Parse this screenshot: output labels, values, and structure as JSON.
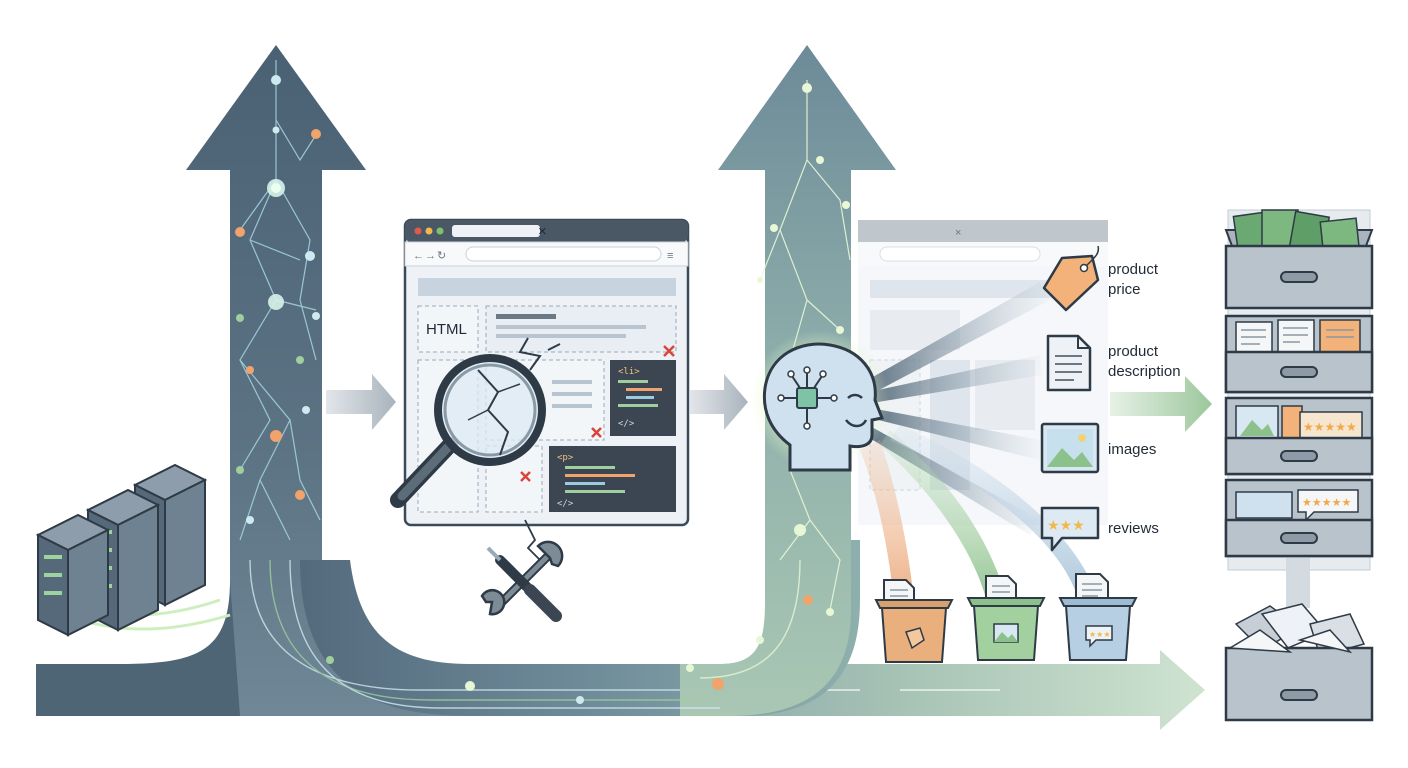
{
  "browser_left": {
    "html_tag": "HTML",
    "code_tag_1": "<li>",
    "code_tag_1_close": "</>",
    "code_tag_2": "<p>",
    "code_tag_2_close": "</>",
    "close_glyph": "×"
  },
  "browser_right": {
    "close_glyph": "×"
  },
  "labels": {
    "price_line1": "product",
    "price_line2": "price",
    "description_line1": "product",
    "description_line2": "description",
    "images": "images",
    "reviews": "reviews"
  },
  "colors": {
    "arrow_dark": "#3f5468",
    "arrow_mid": "#7f9aa8",
    "arrow_light": "#b9cfc3",
    "accent_orange": "#f0a36a",
    "accent_green": "#9fcf9d",
    "node_light": "#cfe9f0",
    "error_red": "#d9453a"
  },
  "icons": [
    "server-rack-icon",
    "magnifier-icon",
    "wrench-icon",
    "screwdriver-icon",
    "ai-head-icon",
    "price-tag-icon",
    "document-icon",
    "image-icon",
    "review-stars-icon",
    "bin-icon",
    "drawer-icon"
  ]
}
